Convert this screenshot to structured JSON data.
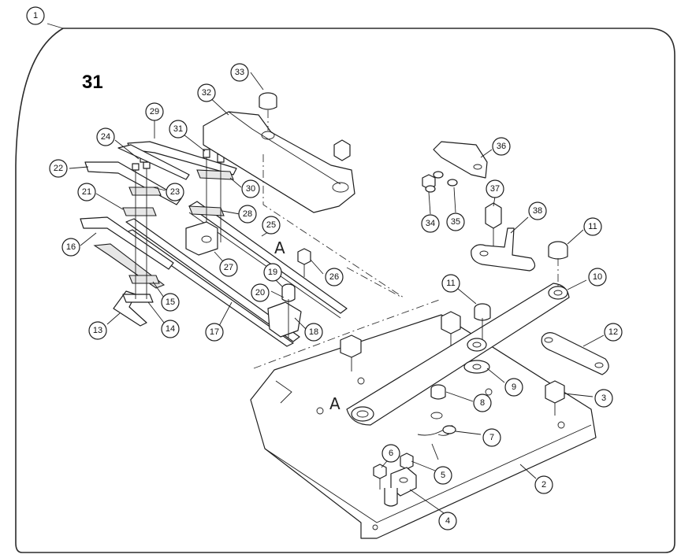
{
  "figure": {
    "number": "31",
    "section_callout": "1",
    "section_marker": "A"
  },
  "callouts": [
    "2",
    "3",
    "4",
    "5",
    "6",
    "7",
    "8",
    "9",
    "10",
    "11",
    "11",
    "12",
    "13",
    "14",
    "15",
    "16",
    "17",
    "18",
    "19",
    "20",
    "21",
    "22",
    "23",
    "24",
    "25",
    "26",
    "27",
    "28",
    "29",
    "30",
    "31",
    "32",
    "33",
    "34",
    "35",
    "36",
    "37",
    "38"
  ]
}
